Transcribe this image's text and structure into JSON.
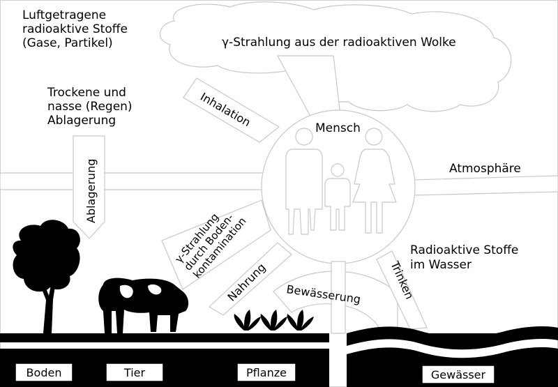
{
  "atmosphere": {
    "airborne_line1": "Luftgetragene",
    "airborne_line2": "radioaktive Stoffe",
    "airborne_line3": "(Gase, Partikel)",
    "deposition_line1": "Trockene und",
    "deposition_line2": "nasse (Regen)",
    "deposition_line3": "Ablagerung",
    "cloud_text": "γ-Strahlung aus der radioaktiven Wolke",
    "label": "Atmosphäre"
  },
  "center": {
    "label": "Mensch"
  },
  "pathways": {
    "inhalation": "Inhalation",
    "deposition": "Ablagerung",
    "soil_line1": "γ-Strahlung",
    "soil_line2": "durch Boden-",
    "soil_line3": "kontamination",
    "food": "Nahrung",
    "irrigation": "Bewässerung",
    "drinking": "Trinken"
  },
  "water": {
    "label_line1": "Radioaktive Stoffe",
    "label_line2": "im Wasser"
  },
  "ground": {
    "soil": "Boden",
    "animal": "Tier",
    "plant": "Pflanze",
    "water_body": "Gewässer"
  }
}
